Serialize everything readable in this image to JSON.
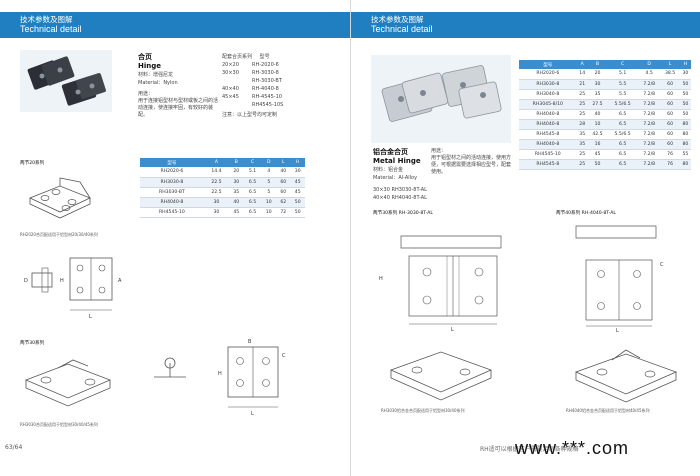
{
  "left": {
    "header": {
      "title_cn": "技术参数及图解",
      "title_en": "Technical detail",
      "url": ""
    },
    "product": {
      "name_cn": "合页",
      "name_en": "Hinge",
      "material": "材料：增强尼龙",
      "material_en": "Material：Nylon",
      "use_label": "用途：",
      "use_text": "用于连接铝型材与型材或板之间的活动连接，使连接牢固，有较好的装配。",
      "spec_head_a": "配套合页系列",
      "spec_head_b": "型号",
      "specs": [
        {
          "size": "20×20",
          "model": "RH-2020-6"
        },
        {
          "size": "30×30",
          "model": "RH-3030-8"
        },
        {
          "size": "",
          "model": "RH-3030-BT"
        },
        {
          "size": "40×40",
          "model": "RH-4040-8"
        },
        {
          "size": "45×45",
          "model": "RH-4545-10"
        },
        {
          "size": "",
          "model": "RH4545-10S"
        }
      ],
      "spec_note": "注意：以上型号均可定制"
    },
    "table": {
      "headers": [
        "型号",
        "A",
        "B",
        "C",
        "D",
        "L",
        "H"
      ],
      "rows": [
        [
          "RH2020-6",
          "14.4",
          "20",
          "5.1",
          "4",
          "40",
          "30"
        ],
        [
          "RH3030-8",
          "22.5",
          "30",
          "6.5",
          "5",
          "60",
          "45"
        ],
        [
          "RH3030-BT",
          "22.5",
          "35",
          "6.5",
          "5",
          "60",
          "45"
        ],
        [
          "RH4040-8",
          "30",
          "40",
          "6.5",
          "10",
          "62",
          "50"
        ],
        [
          "RH4545-10",
          "30",
          "45",
          "6.5",
          "10",
          "72",
          "50"
        ]
      ]
    },
    "series1": "两节20系列",
    "cap1": "RH2020合页配适用于铝型材20/30/40系列",
    "series2": "两节30系列",
    "cap2": "RH3030合页配适用于铝型材30/40/45系列",
    "page_number": "63/64"
  },
  "right": {
    "header": {
      "title_cn": "技术参数及图解",
      "title_en": "Technical detail",
      "url": ""
    },
    "table": {
      "headers": [
        "型号",
        "A",
        "B",
        "C",
        "D",
        "L",
        "H"
      ],
      "rows": [
        [
          "RH2020-6",
          "14",
          "20",
          "5.1",
          "4.5",
          "38.5",
          "30"
        ],
        [
          "RH3030-8",
          "21",
          "30",
          "5.5",
          "7.2/8",
          "60",
          "50"
        ],
        [
          "RH3040-8",
          "25",
          "35",
          "5.5",
          "7.2/8",
          "60",
          "50"
        ],
        [
          "RH3045-8/10",
          "25",
          "27.5",
          "5.5/6.5",
          "7.2/8",
          "60",
          "50"
        ],
        [
          "RH4040-8",
          "25",
          "40",
          "6.5",
          "7.2/8",
          "60",
          "50"
        ],
        [
          "RH4040-8",
          "28",
          "10",
          "6.5",
          "7.2/8",
          "60",
          "80"
        ],
        [
          "RH4545-8",
          "35",
          "42.5",
          "5.5/6.5",
          "7.2/8",
          "60",
          "80"
        ],
        [
          "RH4040-8",
          "35",
          "16",
          "6.5",
          "7.2/8",
          "60",
          "80"
        ],
        [
          "RH4545-10",
          "25",
          "45",
          "6.5",
          "7.2/8",
          "76",
          "55"
        ],
        [
          "RH4545-8",
          "25",
          "50",
          "6.5",
          "7.2/8",
          "76",
          "80"
        ]
      ]
    },
    "product": {
      "name_cn": "铝合金合页",
      "name_en": "Metal Hinge",
      "material": "材料：铝合金",
      "material_en": "Material：Al-Alloy",
      "use_label": "用途：",
      "use_text": "用于铝型材之间的活动连接，使用方便，可根据需要选择相应型号，配套使用。",
      "spec1": "30×30 RH3030-8T-AL",
      "spec2": "40×40 RH4040-8T-AL"
    },
    "series1": "两节30系列 RH-3030-8T-AL",
    "series2": "两节40系列 RH-4040-8T-AL",
    "cap1": "RH3030铝合金合页配适用于铝型材30/40系列",
    "cap2": "RH4040铝合金合页配适用于铝型材40/45系列",
    "footer": "RH适可以根据客户需要定制各种规格",
    "watermark": "www.***.com"
  },
  "colors": {
    "header_bar": "#1f7fc0",
    "table_head": "#3a8ed0",
    "row_alt": "#eaf1f8"
  }
}
